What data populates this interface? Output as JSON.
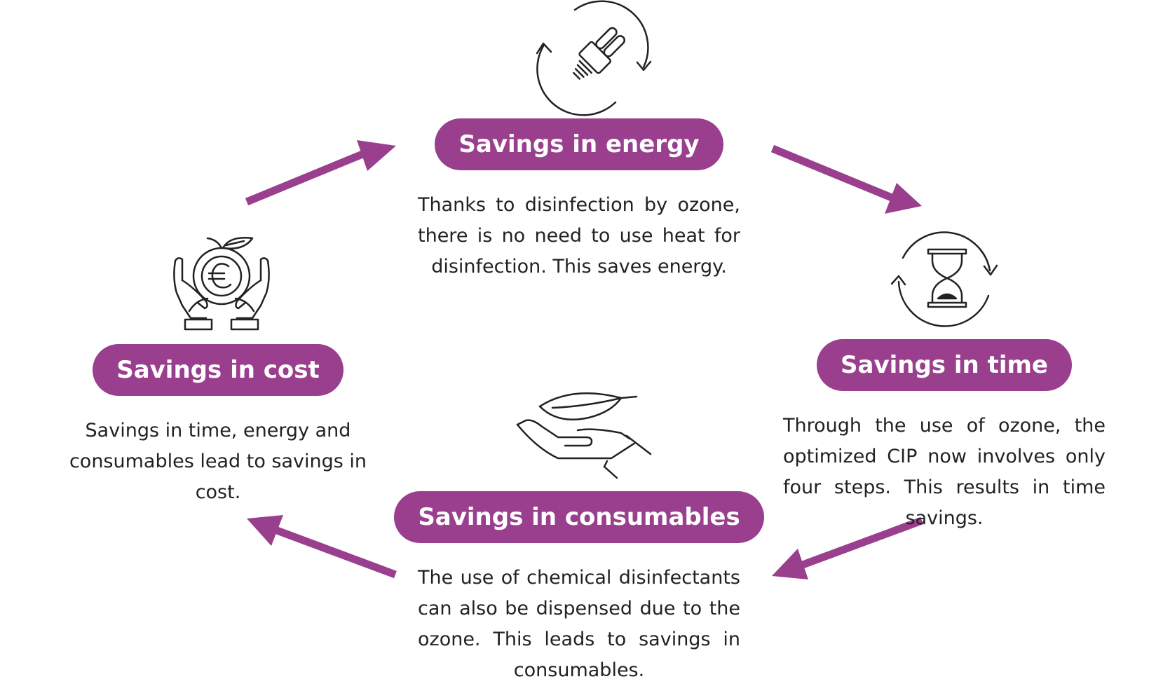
{
  "accent_color": "#9a3f8e",
  "nodes": {
    "energy": {
      "label": "Savings in energy",
      "text": "Thanks to disinfection by ozone, there is no need to use heat for disinfection. This saves energy.",
      "icon": "energy-bulb-cycle-icon"
    },
    "time": {
      "label": "Savings in time",
      "text": "Through the use of ozone, the optimized CIP now involves only four steps. This results in time savings.",
      "icon": "hourglass-cycle-icon"
    },
    "consumables": {
      "label": "Savings in consumables",
      "text": "The use of chemical disinfectants can also be dispensed due to the ozone. This leads to savings in consumables.",
      "icon": "leaf-hand-icon"
    },
    "cost": {
      "label": "Savings in cost",
      "text": "Savings in time, energy and consumables lead to savings in cost.",
      "icon": "euro-coin-hands-icon"
    }
  }
}
